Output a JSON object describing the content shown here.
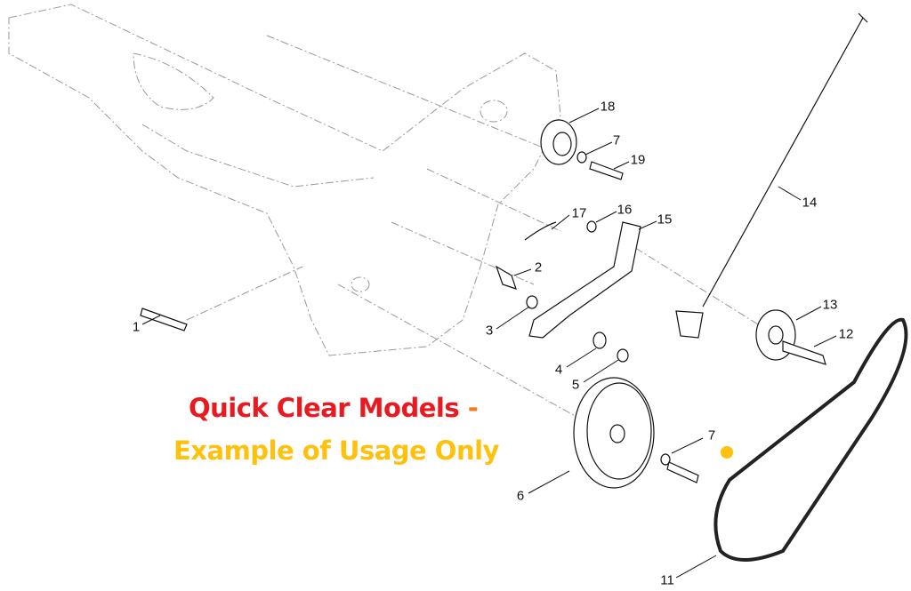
{
  "notice": {
    "line1": "Quick Clear Models",
    "dash": "-",
    "line2": "Example of Usage Only",
    "line1_color": "#e8191f",
    "dash_color": "#f47b20",
    "line2_color": "#fdc10e"
  },
  "callouts": [
    {
      "id": "18",
      "text": "18"
    },
    {
      "id": "7a",
      "text": "7"
    },
    {
      "id": "19",
      "text": "19"
    },
    {
      "id": "14",
      "text": "14"
    },
    {
      "id": "17",
      "text": "17"
    },
    {
      "id": "16",
      "text": "16"
    },
    {
      "id": "15",
      "text": "15"
    },
    {
      "id": "2",
      "text": "2"
    },
    {
      "id": "13",
      "text": "13"
    },
    {
      "id": "12",
      "text": "12"
    },
    {
      "id": "1",
      "text": "1"
    },
    {
      "id": "3",
      "text": "3"
    },
    {
      "id": "4",
      "text": "4"
    },
    {
      "id": "5",
      "text": "5"
    },
    {
      "id": "6",
      "text": "6"
    },
    {
      "id": "7b",
      "text": "7"
    },
    {
      "id": "11",
      "text": "11"
    }
  ],
  "marker_color": "#fdc10e"
}
